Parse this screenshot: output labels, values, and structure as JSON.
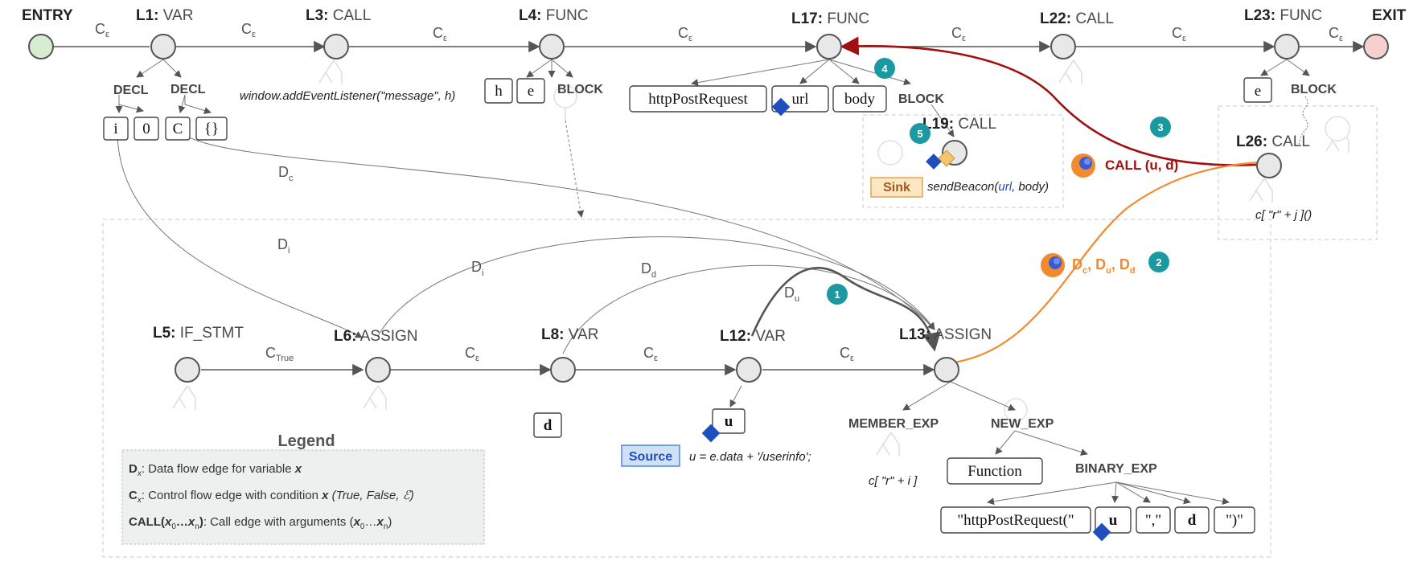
{
  "nodes": {
    "entry": "ENTRY",
    "exit": "EXIT",
    "l1": {
      "id": "L1:",
      "type": "VAR"
    },
    "l3": {
      "id": "L3:",
      "type": "CALL"
    },
    "l4": {
      "id": "L4:",
      "type": "FUNC"
    },
    "l17": {
      "id": "L17:",
      "type": "FUNC"
    },
    "l22": {
      "id": "L22:",
      "type": "CALL"
    },
    "l23": {
      "id": "L23:",
      "type": "FUNC"
    },
    "l19": {
      "id": "L19:",
      "type": "CALL"
    },
    "l26": {
      "id": "L26:",
      "type": "CALL"
    },
    "l5": {
      "id": "L5:",
      "type": "IF_STMT"
    },
    "l6": {
      "id": "L6:",
      "type": "ASSIGN"
    },
    "l8": {
      "id": "L8:",
      "type": "VAR"
    },
    "l12": {
      "id": "L12:",
      "type": "VAR"
    },
    "l13": {
      "id": "L13:",
      "type": "ASSIGN"
    }
  },
  "ast": {
    "decl": "DECL",
    "block": "BLOCK",
    "member_exp": "MEMBER_EXP",
    "new_exp": "NEW_EXP",
    "binary_exp": "BINARY_EXP"
  },
  "boxes": {
    "i": "i",
    "zero": "0",
    "c": "C",
    "obj": "{}",
    "h": "h",
    "e": "e",
    "http": "httpPostRequest",
    "url": "url",
    "body": "body",
    "e2": "e",
    "d": "d",
    "u": "u",
    "function": "Function",
    "http_str": "\"httpPostRequest(\"",
    "u2": "u",
    "comma": "\",\"",
    "d2": "d",
    "paren": "\")\""
  },
  "code": {
    "l3": "window.addEventListener(\"message\", h)",
    "l26": "c[ \"r\" + j ]()",
    "l12": "u = e.data + '/userinfo';",
    "member": "c[ \"r\" + i ]",
    "l19_pre": "sendBeacon(",
    "l19_url": "url",
    "l19_post": ", body)"
  },
  "tags": {
    "sink": "Sink",
    "source": "Source"
  },
  "edges": {
    "c": "C",
    "eps": "ε",
    "true": "True",
    "d": "D",
    "sub_c": "c",
    "sub_i": "i",
    "sub_d": "d",
    "sub_u": "u",
    "call_ud": "CALL (u, d)",
    "dcdudd": ", , "
  },
  "badges": [
    "1",
    "2",
    "3",
    "4",
    "5"
  ],
  "legend": {
    "title": "Legend",
    "row1_rest": ": Data flow edge for variable ",
    "row2_rest": ": Control flow edge with condition ",
    "row2_cond": "(True, False, ℰ)",
    "row3_rest": ": Call edge with arguments "
  },
  "colors": {
    "call_edge": "#a01010",
    "orange_edge": "#f28a2e",
    "data_flow": "#888888",
    "badge": "#1a9aa0",
    "entry": "#d8ecd2",
    "exit": "#f6cfcf",
    "taint": "#1f4fbf",
    "sink_fill": "#fbe7c2",
    "source_fill": "#cfe0f7"
  }
}
